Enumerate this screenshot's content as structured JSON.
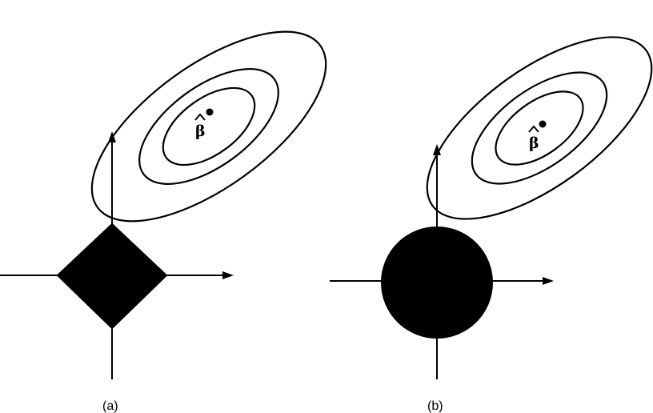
{
  "panels": [
    {
      "label": "(a)",
      "constraint_region": "diamond",
      "estimate_symbol": "β"
    },
    {
      "label": "(b)",
      "constraint_region": "disk",
      "estimate_symbol": "β"
    }
  ],
  "colors": {
    "ink": "#000000",
    "background": "#ffffff"
  }
}
